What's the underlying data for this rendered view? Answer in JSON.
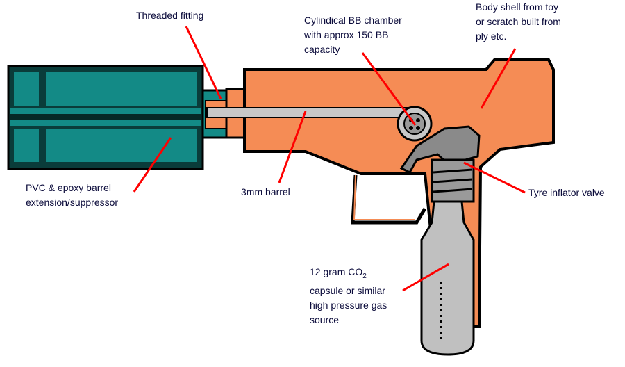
{
  "labels": {
    "threaded_fitting": "Threaded fitting",
    "bb_chamber": [
      "Cylindical BB chamber",
      "with approx 150 BB",
      "capacity"
    ],
    "body_shell": [
      "Body shell from toy",
      "or scratch built from",
      "ply etc."
    ],
    "suppressor": [
      "PVC & epoxy barrel",
      "extension/suppressor"
    ],
    "barrel": "3mm barrel",
    "valve": "Tyre inflator valve",
    "co2": {
      "line1_prefix": "12 gram CO",
      "line1_sub": "2",
      "lines": [
        "capsule or similar",
        "high pressure gas",
        "source"
      ]
    }
  },
  "colors": {
    "body": "#f58c55",
    "suppressor": "#138a86",
    "barrel": "#c8c8c8",
    "metal": "#8a8a8a",
    "leader": "#ff0000",
    "text": "#0a0a3a"
  }
}
